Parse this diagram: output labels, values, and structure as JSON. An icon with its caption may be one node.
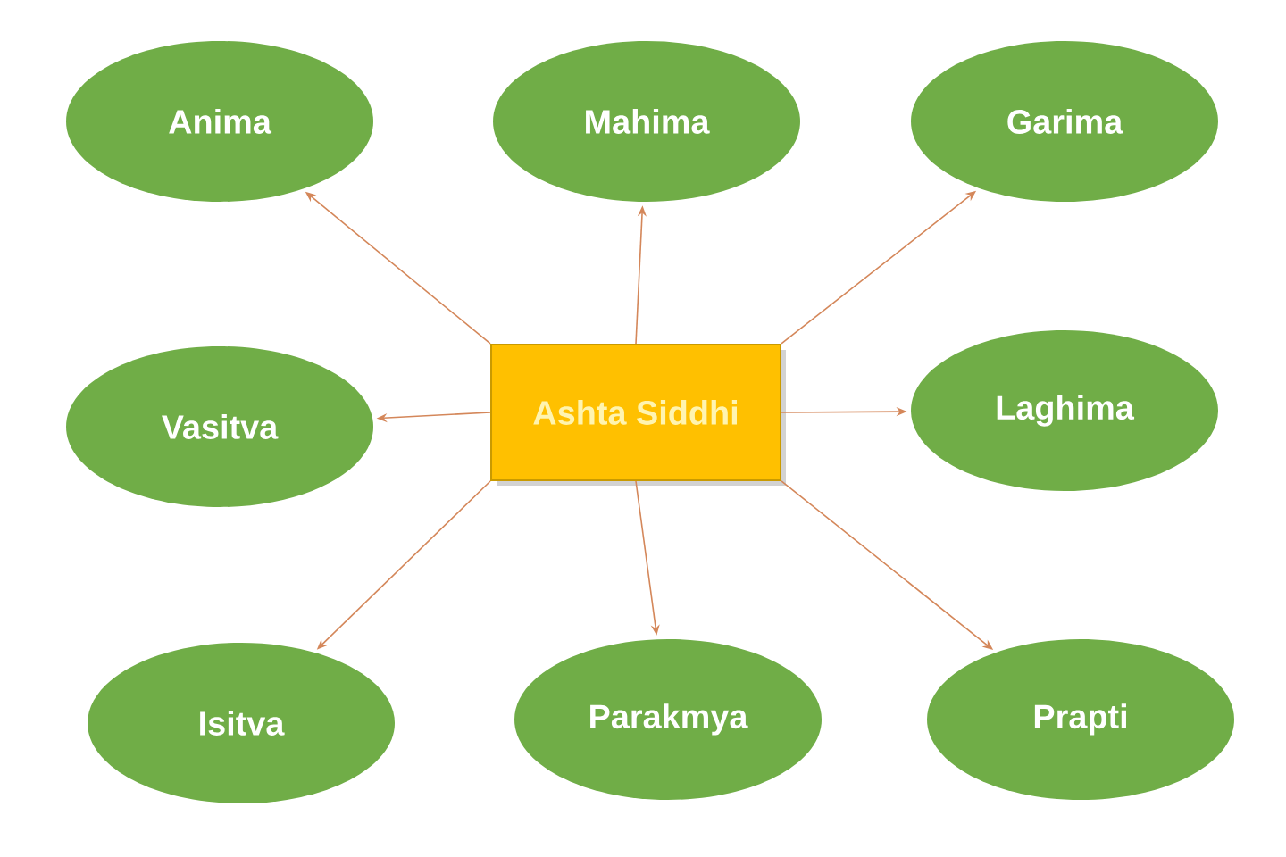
{
  "diagram": {
    "nodes": [
      {
        "text": [
          "Anima"
        ]
      },
      {
        "text": [
          "Mahima"
        ]
      },
      {
        "text": [
          "Garima"
        ]
      },
      {
        "text": [
          "Vasitva"
        ]
      },
      {
        "text": [
          "Ashta Siddhi"
        ]
      },
      {
        "text": [
          "Laghima"
        ]
      },
      {
        "text": [
          "Isitva"
        ]
      },
      {
        "text": [
          "Parakmya"
        ]
      },
      {
        "text": [
          "Prapti"
        ]
      }
    ],
    "edges": [
      {
        "from": 4,
        "to": 0,
        "arrow": "to"
      },
      {
        "from": 4,
        "to": 1,
        "arrow": "to"
      },
      {
        "from": 4,
        "to": 2,
        "arrow": "to"
      },
      {
        "from": 4,
        "to": 3,
        "arrow": "to"
      },
      {
        "from": 4,
        "to": 5,
        "arrow": "to"
      },
      {
        "from": 4,
        "to": 6,
        "arrow": "to"
      },
      {
        "from": 4,
        "to": 7,
        "arrow": "to"
      },
      {
        "from": 4,
        "to": 8,
        "arrow": "to"
      }
    ]
  }
}
